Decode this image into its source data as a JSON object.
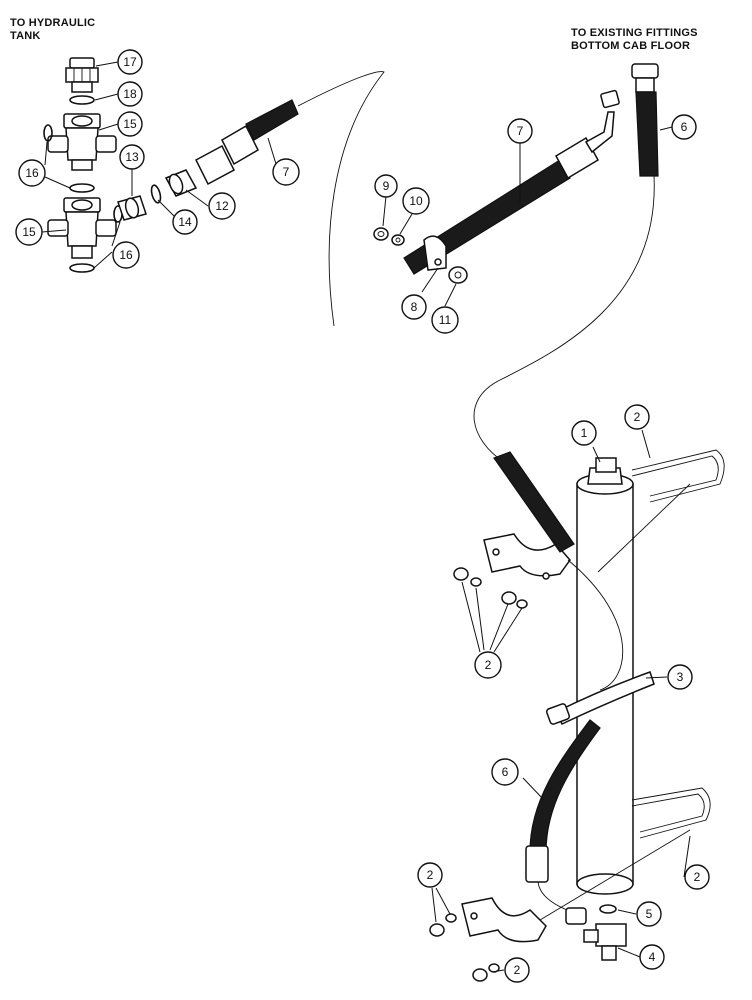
{
  "notes": {
    "hydraulic_tank": [
      "TO HYDRAULIC",
      "TANK"
    ],
    "existing_fittings": [
      "TO EXISTING FITTINGS",
      "BOTTOM CAB FLOOR"
    ]
  },
  "callouts": {
    "c17": "17",
    "c18": "18",
    "c15a": "15",
    "c16a": "16",
    "c13": "13",
    "c12": "12",
    "c14": "14",
    "c15b": "15",
    "c16b": "16",
    "c7a": "7",
    "c9": "9",
    "c10": "10",
    "c8": "8",
    "c11": "11",
    "c7b": "7",
    "c6a": "6",
    "c1": "1",
    "c2a": "2",
    "c2b": "2",
    "c3": "3",
    "c6b": "6",
    "c2c": "2",
    "c2d": "2",
    "c2e": "2",
    "c5": "5",
    "c4": "4"
  }
}
